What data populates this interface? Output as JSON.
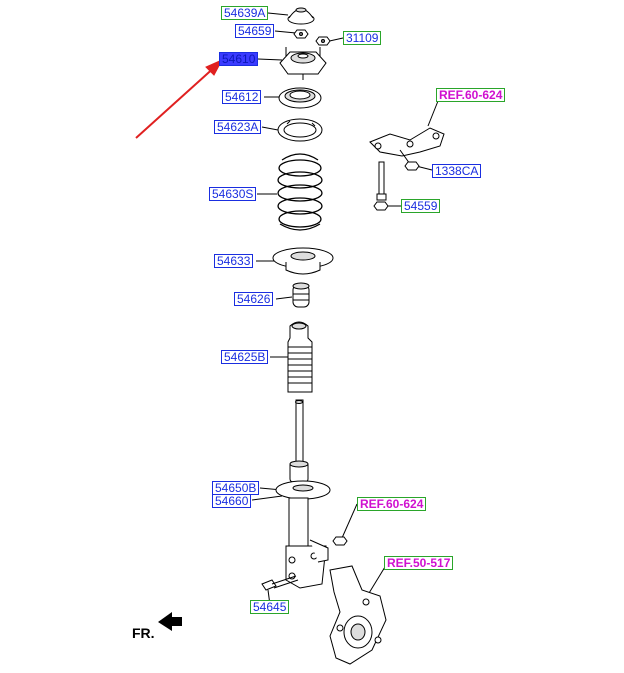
{
  "labels": {
    "p54639A": "54639A",
    "p54659": "54659",
    "p31109": "31109",
    "p54610": "54610",
    "p54612": "54612",
    "p54623A": "54623A",
    "p54630S": "54630S",
    "p54633": "54633",
    "p54626": "54626",
    "p54625B": "54625B",
    "p54650B": "54650B",
    "p54660": "54660",
    "p54645": "54645",
    "p1338CA": "1338CA",
    "p54559": "54559",
    "ref1": "REF.60-624",
    "ref2": "REF.60-624",
    "ref3": "REF.50-517"
  },
  "direction_label": "FR.",
  "colors": {
    "part_text": "#1a2ee0",
    "ref_text": "#d010d0",
    "box_green": "#2aa52a",
    "box_blue": "#1a2ee0",
    "selected_fill": "#3b3bff",
    "pointer_arrow": "#e02020"
  }
}
